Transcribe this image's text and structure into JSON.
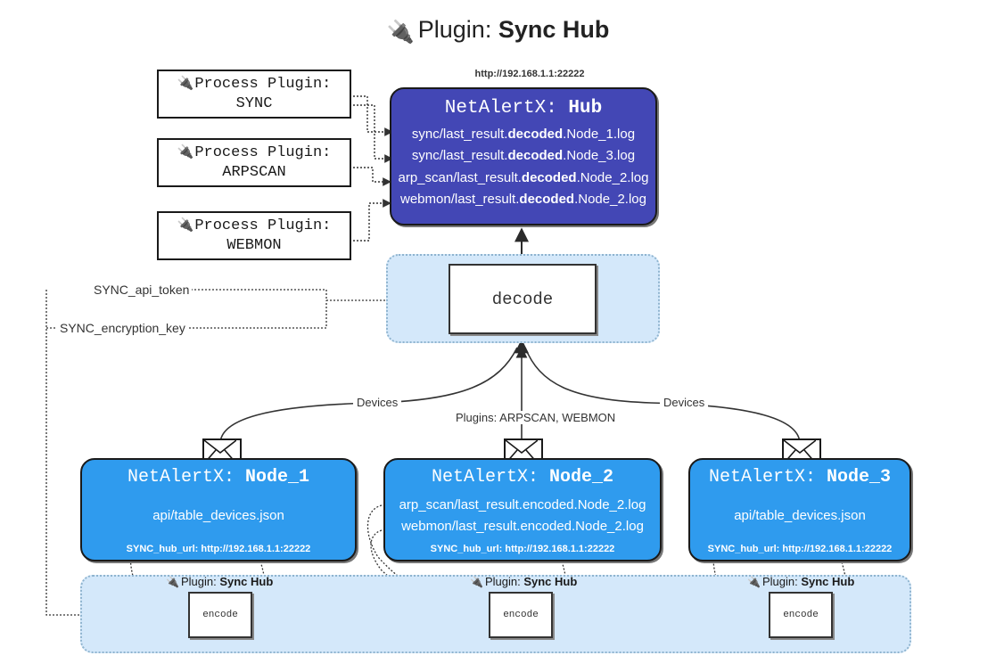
{
  "title": {
    "icon": "electric-plug-icon",
    "prefix": "Plugin: ",
    "name": "Sync Hub"
  },
  "process_plugins": [
    {
      "icon": "electric-plug-icon",
      "line1": "Process Plugin:",
      "line2": "SYNC"
    },
    {
      "icon": "electric-plug-icon",
      "line1": "Process Plugin:",
      "line2": "ARPSCAN"
    },
    {
      "icon": "electric-plug-icon",
      "line1": "Process Plugin:",
      "line2": "WEBMON"
    }
  ],
  "hub": {
    "url": "http://192.168.1.1:22222",
    "title_prefix": "NetAlertX: ",
    "title_name": "Hub",
    "logs": [
      {
        "pre": "sync/last_result.",
        "mid": "decoded",
        "post": ".Node_1.log"
      },
      {
        "pre": "sync/last_result.",
        "mid": "decoded",
        "post": ".Node_3.log"
      },
      {
        "pre": "arp_scan/last_result.",
        "mid": "decoded",
        "post": ".Node_2.log"
      },
      {
        "pre": "webmon/last_result.",
        "mid": "decoded",
        "post": ".Node_2.log"
      }
    ]
  },
  "decode": {
    "label": "decode"
  },
  "keys": {
    "api_token": "SYNC_api_token",
    "encryption_key": "SYNC_encryption_key"
  },
  "edge_labels": {
    "devices_left": "Devices",
    "plugins_mid": "Plugins: ARPSCAN, WEBMON",
    "devices_right": "Devices"
  },
  "nodes": [
    {
      "title_prefix": "NetAlertX: ",
      "title_name": "Node_1",
      "lines": [
        "api/table_devices.json"
      ],
      "footer": "SYNC_hub_url: http://192.168.1.1:22222",
      "envelope_icon": "envelope-icon"
    },
    {
      "title_prefix": "NetAlertX: ",
      "title_name": "Node_2",
      "lines": [
        "arp_scan/last_result.encoded.Node_2.log",
        "webmon/last_result.encoded.Node_2.log"
      ],
      "footer": "SYNC_hub_url: http://192.168.1.1:22222",
      "envelope_icon": "envelope-icon"
    },
    {
      "title_prefix": "NetAlertX: ",
      "title_name": "Node_3",
      "lines": [
        "api/table_devices.json"
      ],
      "footer": "SYNC_hub_url: http://192.168.1.1:22222",
      "envelope_icon": "envelope-icon"
    }
  ],
  "encoders": [
    {
      "icon": "electric-plug-icon",
      "caption_prefix": "Plugin: ",
      "caption_name": "Sync Hub",
      "box_label": "encode"
    },
    {
      "icon": "electric-plug-icon",
      "caption_prefix": "Plugin: ",
      "caption_name": "Sync Hub",
      "box_label": "encode"
    },
    {
      "icon": "electric-plug-icon",
      "caption_prefix": "Plugin: ",
      "caption_name": "Sync Hub",
      "box_label": "encode"
    }
  ],
  "colors": {
    "hub_fill": "#4347b5",
    "node_fill": "#2f9bee",
    "group_fill": "#d4e8fa",
    "group_border": "#8fb4cf",
    "stroke": "#1a1a1a",
    "background": "#ffffff"
  }
}
